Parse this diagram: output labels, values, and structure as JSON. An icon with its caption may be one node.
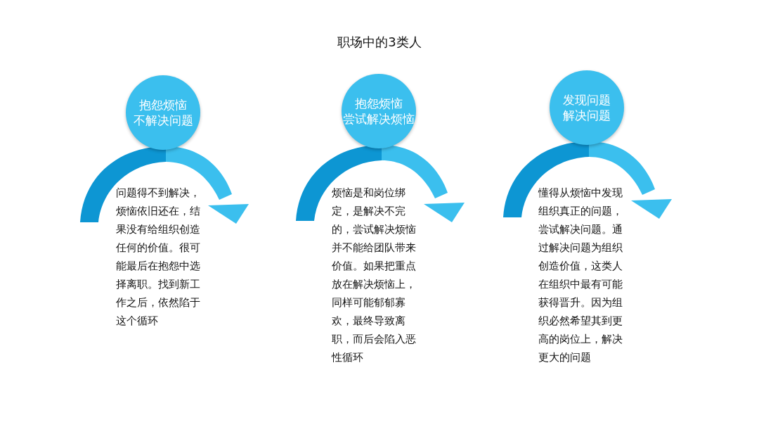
{
  "diagram": {
    "title": "职场中的3类人",
    "nodes": [
      {
        "text": [
          "抱怨烦恼不解决问题"
        ]
      },
      {
        "text": [
          "抱怨烦恼尝试解决烦恼"
        ]
      },
      {
        "text": [
          "发现问题解决问题"
        ]
      }
    ],
    "labels": [
      "问题得不到解决，烦恼依旧还在，结果没有给组织创造任何的价值。很可能最后在抱怨中选择离职。找到新工作之后，依然陷于这个循环",
      "烦恼是和岗位绑定，是解决不完的，尝试解决烦恼并不能给团队带来价值。如果把重点放在解决烦恼上，同样可能郁郁寡欢，最终导致离职，而后会陷入恶性循环",
      "懂得从烦恼中发现组织真正的问题，尝试解决问题。通过解决问题为组织创造价值，这类人在组织中最有可能获得晋升。因为组织必然希望其到更高的岗位上，解决更大的问题"
    ]
  }
}
